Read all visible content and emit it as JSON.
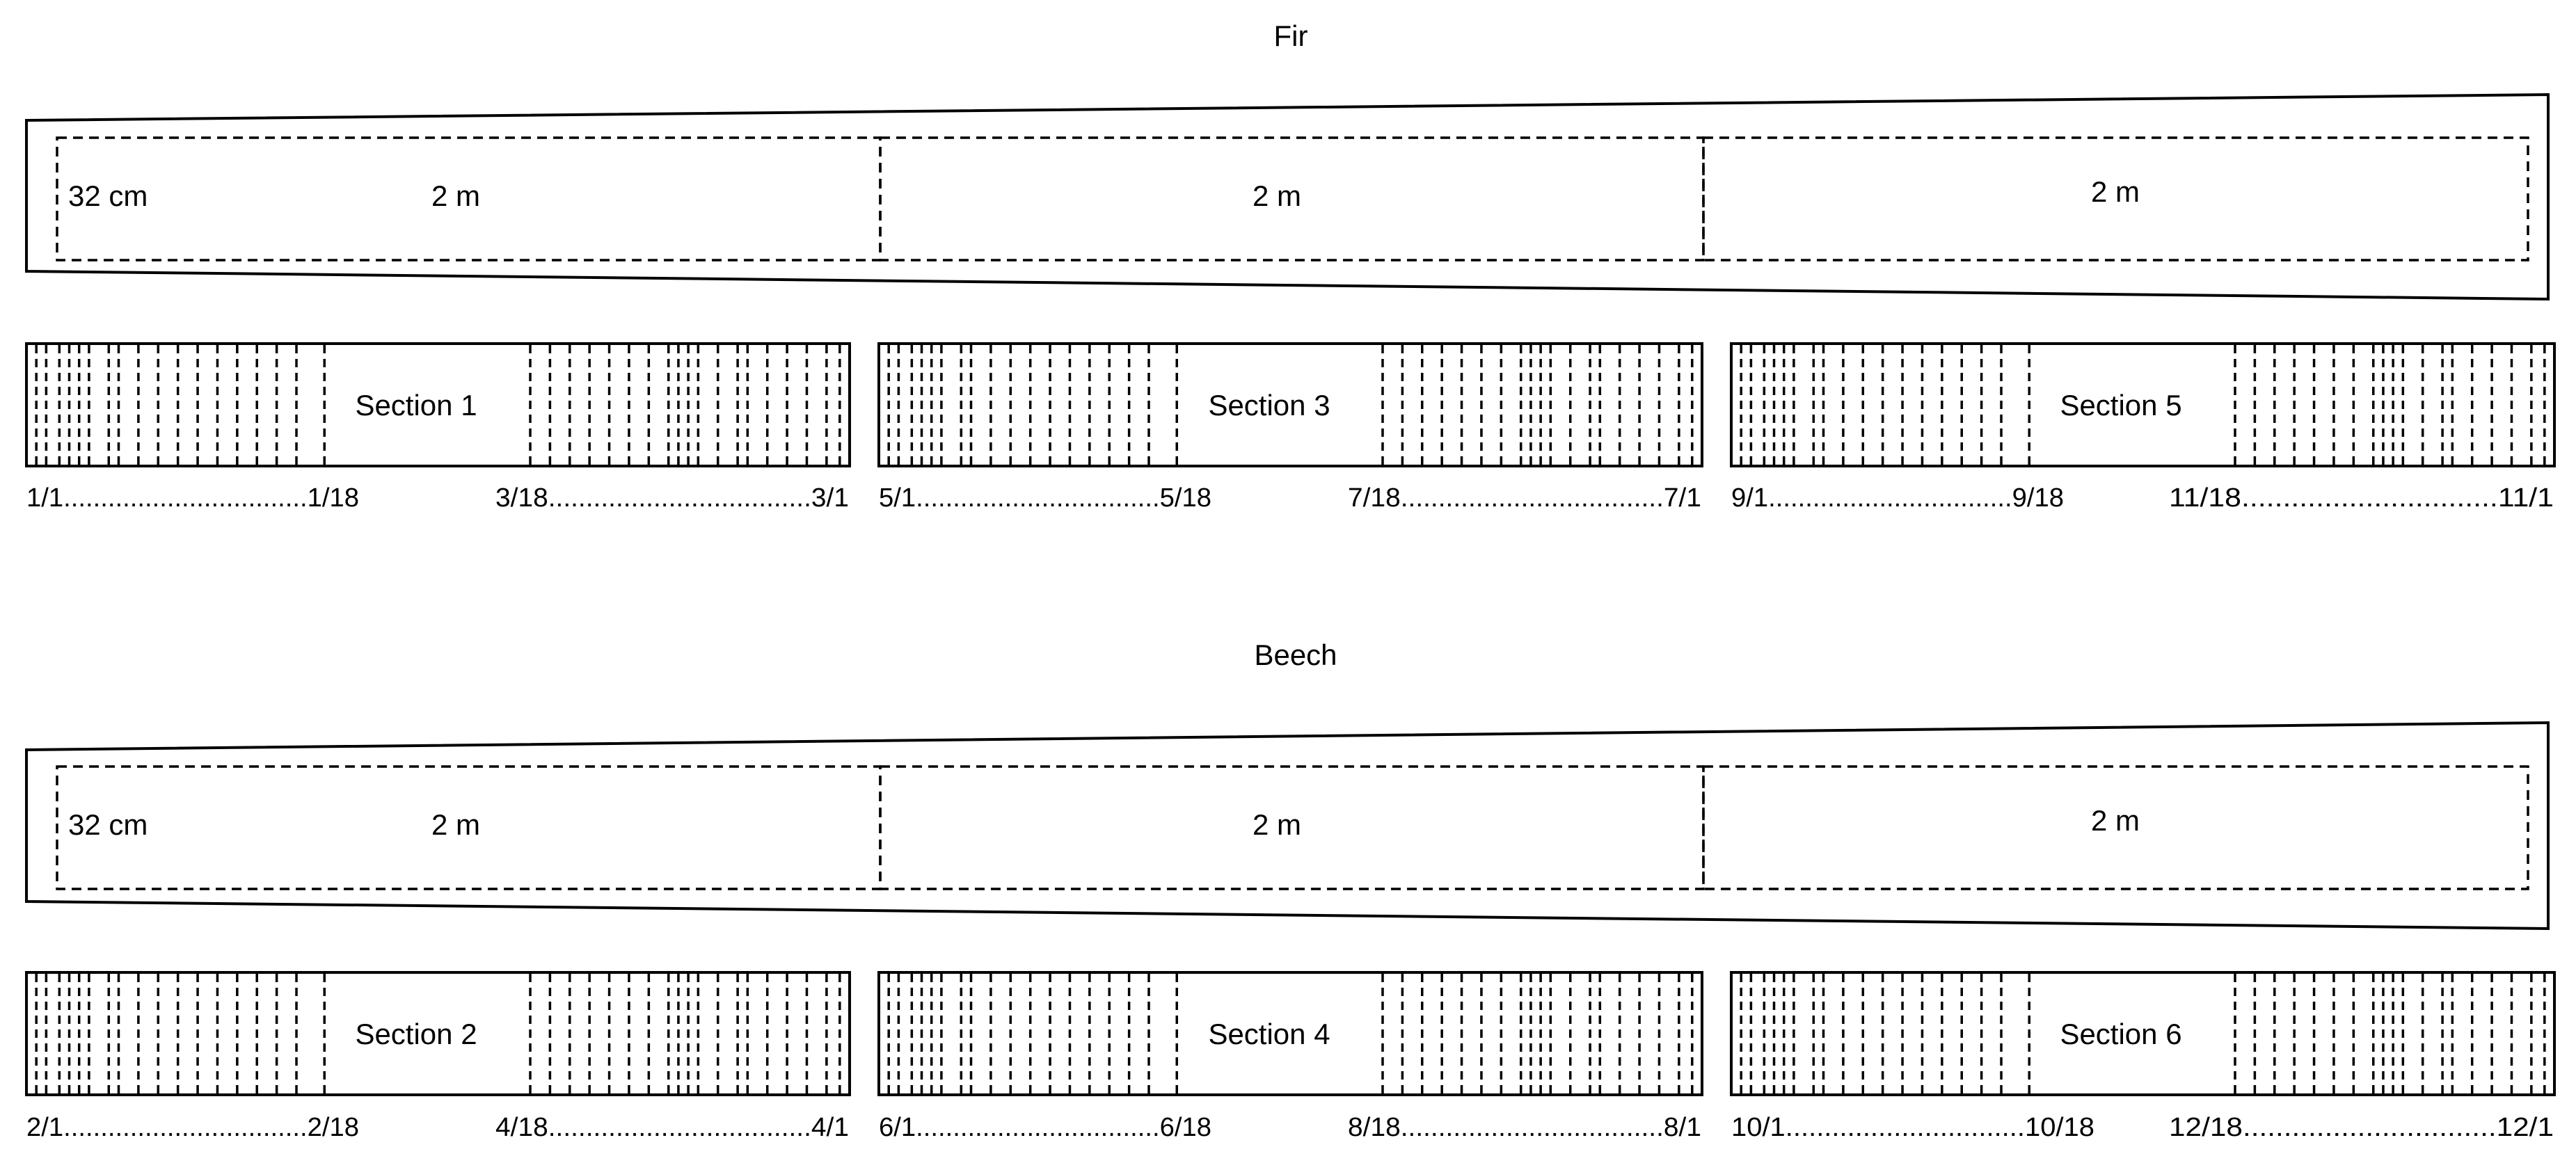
{
  "diagram": {
    "species": [
      {
        "title": "Fir",
        "log": {
          "diameter_label": "32 cm",
          "segment_labels": [
            "2 m",
            "2 m",
            "2 m"
          ]
        },
        "sections": [
          {
            "label": "Section 1",
            "left_range": "1/1.................................1/18",
            "right_range": "3/18...................................3/1"
          },
          {
            "label": "Section 3",
            "left_range": "5/1.................................5/18",
            "right_range": "7/18...................................7/1"
          },
          {
            "label": "Section 5",
            "left_range": "9/1.................................9/18",
            "right_range": "11/18...............................11/1"
          }
        ]
      },
      {
        "title": "Beech",
        "log": {
          "diameter_label": "32 cm",
          "segment_labels": [
            "2 m",
            "2 m",
            "2 m"
          ]
        },
        "sections": [
          {
            "label": "Section 2",
            "left_range": "2/1.................................2/18",
            "right_range": "4/18...................................4/1"
          },
          {
            "label": "Section 4",
            "left_range": "6/1.................................6/18",
            "right_range": "8/18...................................8/1"
          },
          {
            "label": "Section 6",
            "left_range": "10/1...............................10/18",
            "right_range": "12/18...............................12/1"
          }
        ]
      }
    ],
    "colors": {
      "stroke": "#000000",
      "background": "#ffffff"
    }
  }
}
